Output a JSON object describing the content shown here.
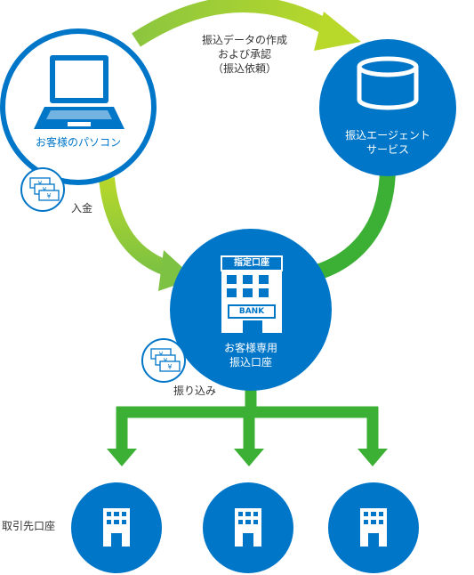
{
  "colors": {
    "primary_blue": "#0076c8",
    "light_green": "#a8d33a",
    "green": "#3cb035",
    "white": "#ffffff",
    "text": "#333333"
  },
  "flow_label": {
    "lines": [
      "振込データの作成",
      "および承認",
      "（振込依頼）"
    ]
  },
  "customer_pc": {
    "label": "お客様のパソコン",
    "icon": "laptop-icon"
  },
  "agent_service": {
    "lines": [
      "振込エージェント",
      "サービス"
    ],
    "icon": "database-icon"
  },
  "deposit_label": "入金",
  "designated_account": {
    "sign": "指定口座",
    "bank_sign": "BANK",
    "lines": [
      "お客様専用",
      "振込口座"
    ],
    "icon": "bank-building-icon"
  },
  "transfer_label": "振り込み",
  "payees": {
    "label": "取引先口座",
    "icon": "building-icon",
    "count": 3
  },
  "money_icon": "yen-bills-icon",
  "currency_symbol": "¥"
}
